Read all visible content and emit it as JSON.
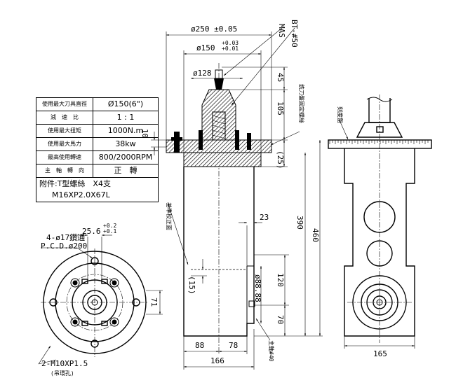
{
  "spec_table": {
    "rows": [
      {
        "label": "使用最大刀具直徑",
        "value": "Ø150(6\")"
      },
      {
        "label": "減　速　比",
        "value": "1 : 1"
      },
      {
        "label": "使用最大扭矩",
        "value": "1000N.m"
      },
      {
        "label": "使用最大馬力",
        "value": "38kw"
      },
      {
        "label": "最高使用轉速",
        "value": "800/2000RPM"
      },
      {
        "label": "主　軸　轉　向",
        "value": "正　轉"
      }
    ],
    "accessory_line1": "附件:T型螺絲　X4支",
    "accessory_line2": "M16XP2.0X67L"
  },
  "dimensions": {
    "d250": "ø250 ±0.05",
    "d150": "ø150",
    "d150_tol_upper": "+0.03",
    "d150_tol_lower": "+0.01",
    "d128": "ø128",
    "mas": "MAS",
    "bt50": "BT-#50",
    "v45": "45",
    "v105": "105",
    "v25": "(25)",
    "v10": "10",
    "v390": "390",
    "v460": "460",
    "v23": "23",
    "v15": "(15)",
    "d88": "ø88.88",
    "v120": "120",
    "v70": "70",
    "h88": "88",
    "h78": "78",
    "h166": "166",
    "h165": "165",
    "spindle40": "主軸#40",
    "ref_plane": "基準校正面",
    "side_label1": "銑刀盤固定螺絲",
    "side_label2": "刻度盤"
  },
  "bottom_view": {
    "holes": "4-ø17鑽通",
    "pcd": "P.C.D.ø200",
    "key": "25.6",
    "key_tol_upper": "+0.2",
    "key_tol_lower": "+0.1",
    "v71": "71",
    "thread": "2-M10XP1.5",
    "thread_note": "(吊環孔)"
  }
}
